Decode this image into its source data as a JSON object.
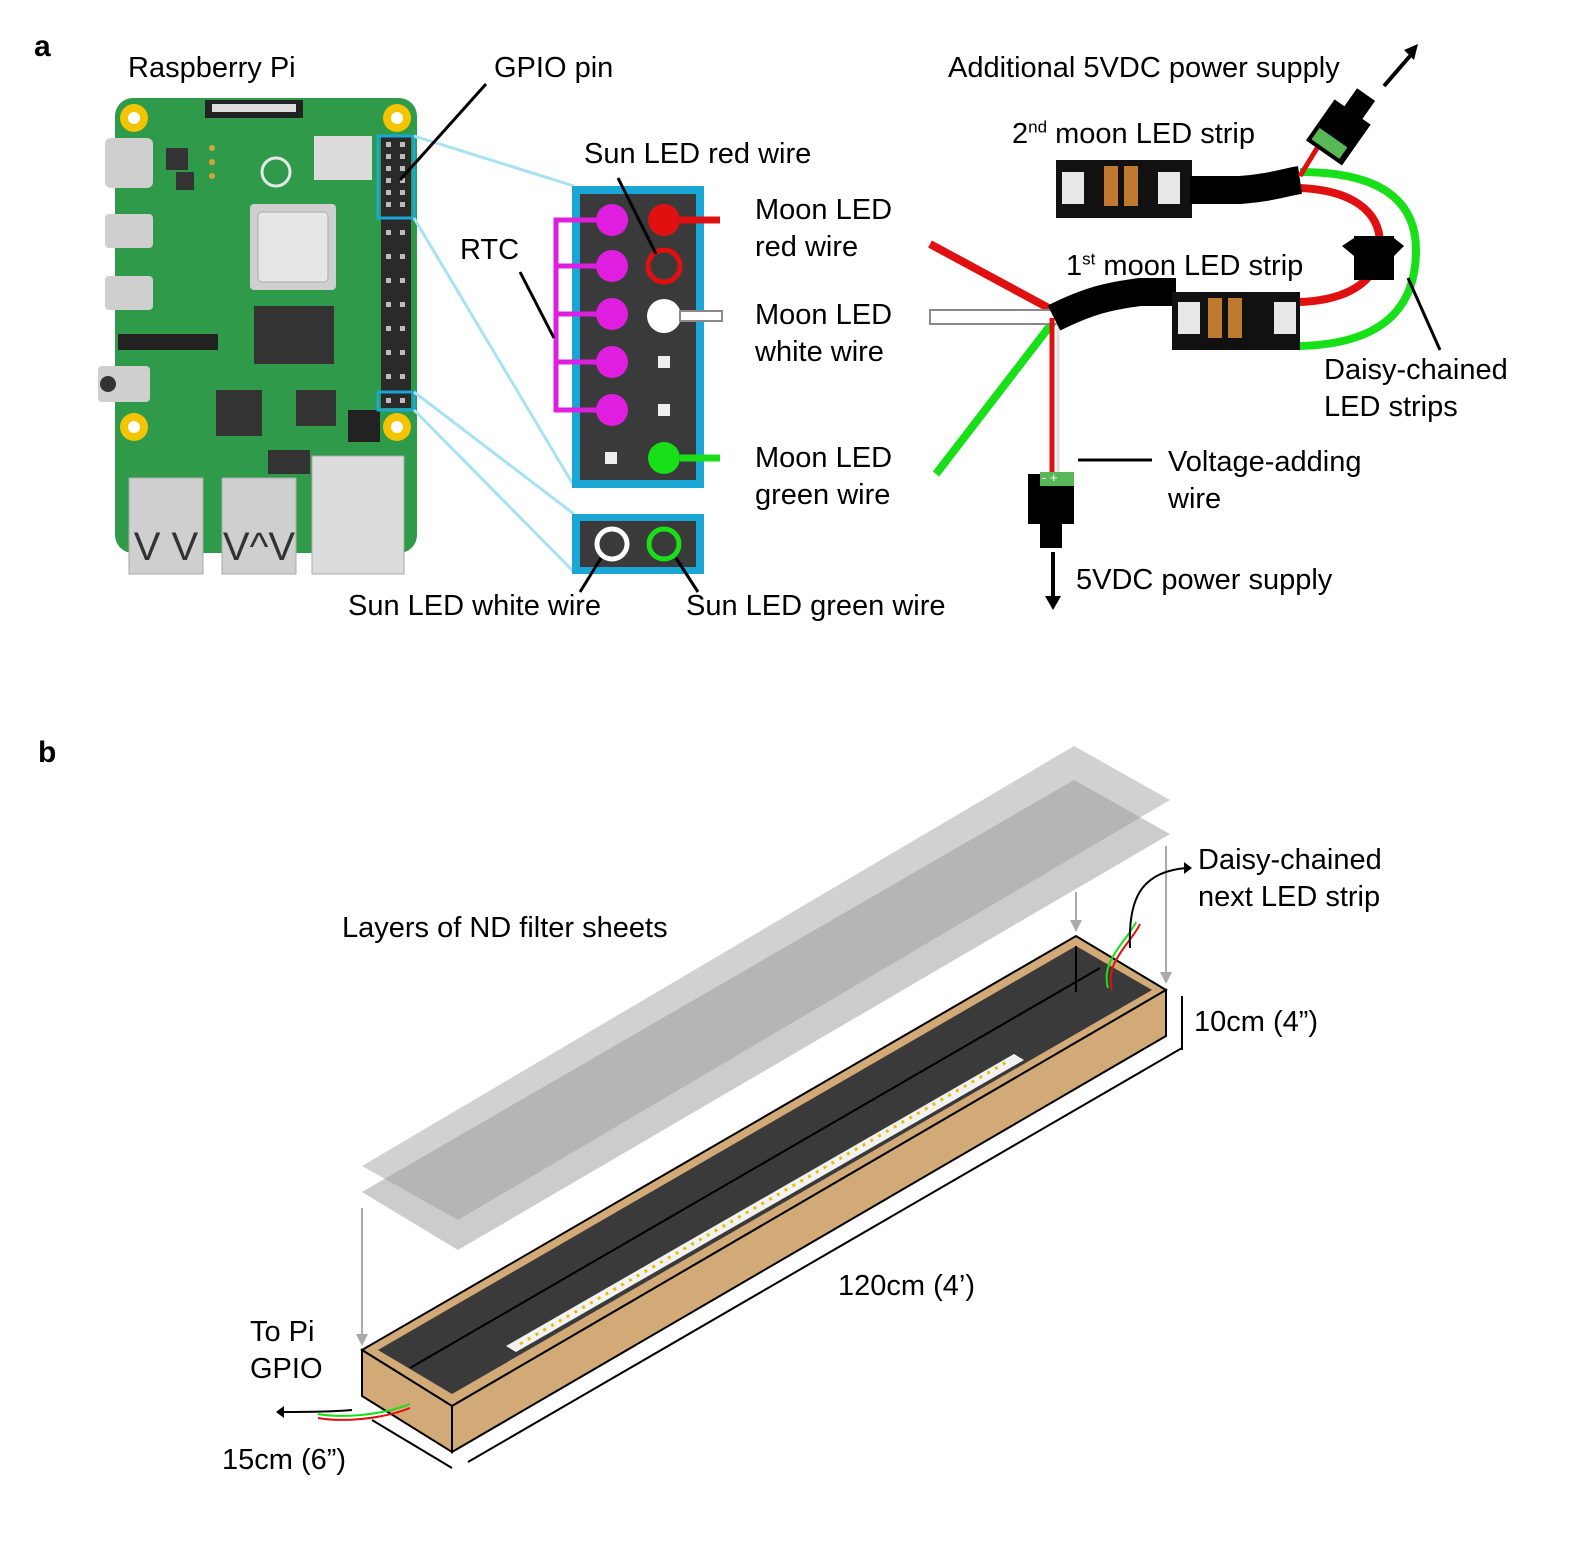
{
  "panel_a": {
    "label": "a",
    "raspberry_pi": "Raspberry Pi",
    "gpio_pin": "GPIO pin",
    "rtc": "RTC",
    "sun_led_red_wire": "Sun LED red wire",
    "moon_led_red_wire": "Moon LED\nred wire",
    "moon_led_white_wire": "Moon LED\nwhite wire",
    "moon_led_green_wire": "Moon LED\ngreen wire",
    "sun_led_white_wire": "Sun LED white wire",
    "sun_led_green_wire": "Sun LED green wire",
    "additional_power": "Additional 5VDC power supply",
    "second_strip_ord": "2",
    "second_strip_sup": "nd",
    "second_strip_rest": " moon LED strip",
    "first_strip_ord": "1",
    "first_strip_sup": "st",
    "first_strip_rest": " moon LED strip",
    "daisy_chained": "Daisy-chained\nLED strips",
    "voltage_adding": "Voltage-adding\nwire",
    "power_supply": "5VDC power supply",
    "connector_polarity": "- +",
    "colors": {
      "gpio_highlight": "#1aa7d6",
      "rtc": "#e01ee0",
      "red": "#e01010",
      "green": "#18e018",
      "board": "#2e9a4a"
    }
  },
  "panel_b": {
    "label": "b",
    "filter_sheets": "Layers of ND filter sheets",
    "daisy_next": "Daisy-chained\nnext LED strip",
    "height_dim": "10cm (4”)",
    "length_dim": "120cm (4’)",
    "to_pi": "To Pi\nGPIO",
    "lead_dim": "15cm (6”)",
    "colors": {
      "box_wood": "#d2aa78",
      "box_inner": "#3a3a3a",
      "filter": "#9a9a9a"
    }
  }
}
